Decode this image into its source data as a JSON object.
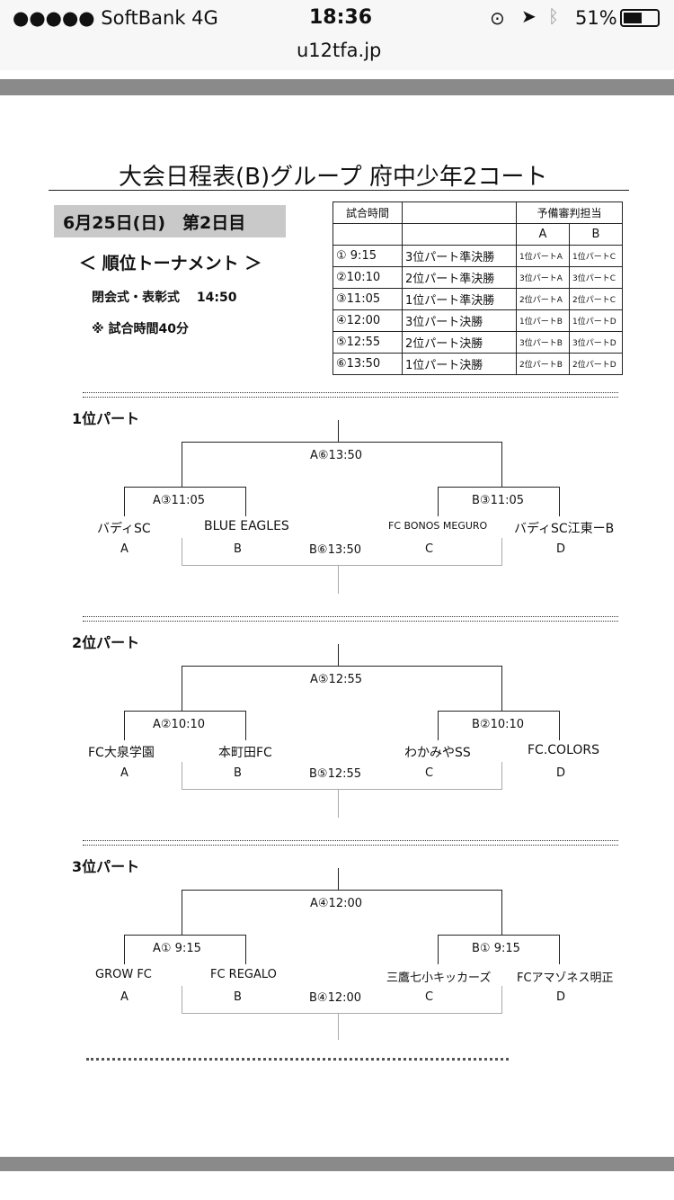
{
  "status_bar": {
    "carrier": "●●●●● SoftBank   4G",
    "time": "18:36",
    "battery": "51%"
  },
  "url": "u12tfa.jp",
  "doc": {
    "title": "大会日程表(B)グループ  府中少年2コート",
    "date": "6月25日(日)　第2日目",
    "heading": "＜ 順位トーナメント ＞",
    "closing": "閉会式・表彰式　 14:50",
    "note": "※  試合時間40分",
    "table": {
      "header": [
        "試合時間",
        "",
        "予備審判担当"
      ],
      "sub": [
        "A",
        "B"
      ],
      "rows": [
        [
          "①  9:15",
          "3位パート準決勝",
          "1位パートA",
          "1位パートC"
        ],
        [
          "②10:10",
          "2位パート準決勝",
          "3位パートA",
          "3位パートC"
        ],
        [
          "③11:05",
          "1位パート準決勝",
          "2位パートA",
          "2位パートC"
        ],
        [
          "④12:00",
          "3位パート決勝",
          "1位パートB",
          "1位パートD"
        ],
        [
          "⑤12:55",
          "2位パート決勝",
          "3位パートB",
          "3位パートD"
        ],
        [
          "⑥13:50",
          "1位パート決勝",
          "2位パートB",
          "2位パートD"
        ]
      ]
    },
    "brackets": [
      {
        "part": "1位パート",
        "final": "A⑥13:50",
        "semiA": "A③11:05",
        "semiB": "B③11:05",
        "bronze": "B⑥13:50",
        "teams": [
          "バディSC",
          "BLUE EAGLES",
          "FC BONOS MEGURO",
          "バディSC江東ーB"
        ],
        "letters": [
          "A",
          "B",
          "C",
          "D"
        ]
      },
      {
        "part": "2位パート",
        "final": "A⑤12:55",
        "semiA": "A②10:10",
        "semiB": "B②10:10",
        "bronze": "B⑤12:55",
        "teams": [
          "FC大泉学園",
          "本町田FC",
          "わかみやSS",
          "FC.COLORS"
        ],
        "letters": [
          "A",
          "B",
          "C",
          "D"
        ]
      },
      {
        "part": "3位パート",
        "final": "A④12:00",
        "semiA": "A①  9:15",
        "semiB": "B①  9:15",
        "bronze": "B④12:00",
        "teams": [
          "GROW FC",
          "FC REGALO",
          "三鷹七小キッカーズ",
          "FCアマゾネス明正"
        ],
        "letters": [
          "A",
          "B",
          "C",
          "D"
        ]
      }
    ]
  }
}
